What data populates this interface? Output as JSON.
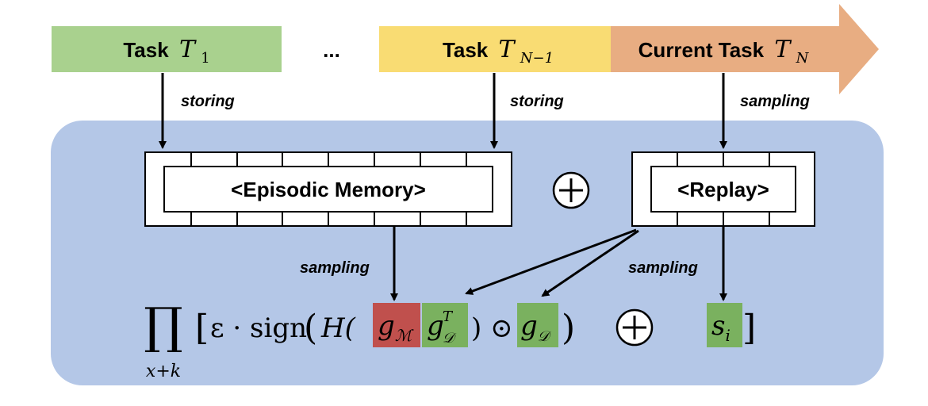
{
  "tasks": {
    "task1": {
      "label": "Task",
      "symbol": "T",
      "sub": "1",
      "color": "#a9d18e"
    },
    "ellipsis": "...",
    "taskN1": {
      "label": "Task",
      "symbol": "T",
      "sub": "N−1",
      "color": "#f9dc73"
    },
    "current": {
      "label": "Current Task",
      "symbol": "T",
      "sub": "N",
      "color": "#e8ad82"
    }
  },
  "edges": {
    "storing_left": "storing",
    "storing_right": "storing",
    "sampling_top": "sampling",
    "sampling_memory": "sampling",
    "sampling_replay": "sampling"
  },
  "memory": {
    "label": "<Episodic Memory>"
  },
  "replay": {
    "label": "<Replay>"
  },
  "oplus": "+",
  "formula": {
    "product": "∏",
    "product_sub": "x+k",
    "open_bracket": "[",
    "epsilon_sign": "ε · sign",
    "open_paren": "(",
    "H_open": "H(",
    "g_M": "g",
    "g_M_sub": "ℳ",
    "g_D_T": "g",
    "g_D_T_sup": "T",
    "g_D_T_sub": "𝒟",
    "close_odot": ") ⊙",
    "g_D": "g",
    "g_D_sub": "𝒟",
    "close_paren": ")",
    "s_i": "s",
    "s_i_sub": "i",
    "close_bracket": "]"
  },
  "colors": {
    "panel": "#b4c7e7",
    "red_highlight": "#c0504d",
    "green_highlight": "#70ad47"
  }
}
